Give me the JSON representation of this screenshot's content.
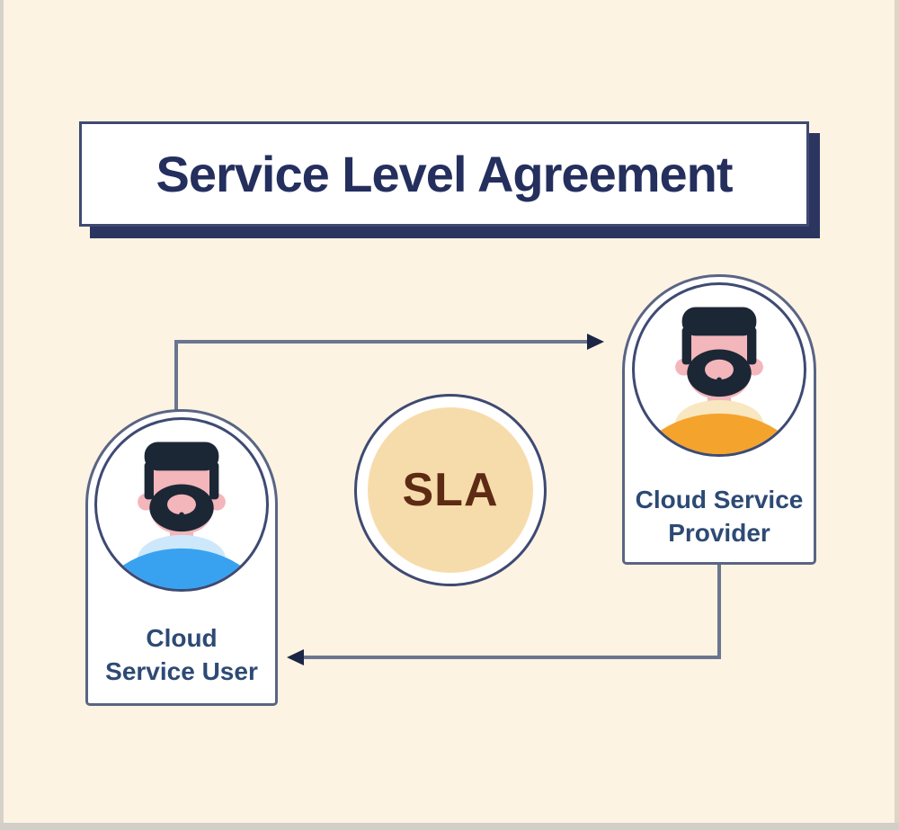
{
  "page": {
    "background": "#fdf3e2",
    "frame_color": "#d7d2c8"
  },
  "title": {
    "text": "Service Level Agreement",
    "text_color": "#242f5e",
    "box_border_color": "#3e4a72",
    "shadow_color": "#2b3560"
  },
  "sla_badge": {
    "label": "SLA",
    "fill": "#f7dcab",
    "border_color": "#3e4a72",
    "text_color": "#5d2b13"
  },
  "actors": {
    "user": {
      "lines": [
        "Cloud",
        "Service User"
      ],
      "shirt": "#38a2f0",
      "collar": "#cde8fb"
    },
    "provider": {
      "lines": [
        "Cloud Service",
        "Provider"
      ],
      "shirt": "#f4a42c",
      "collar": "#f8e7c0"
    }
  },
  "avatar_colors": {
    "skin": "#f3b6ba",
    "hair": "#1c2736"
  },
  "connectors": {
    "line_color": "#6b7590",
    "arrow_color": "#1b2545",
    "top_arrow_direction": "user-to-provider",
    "bottom_arrow_direction": "provider-to-user"
  }
}
